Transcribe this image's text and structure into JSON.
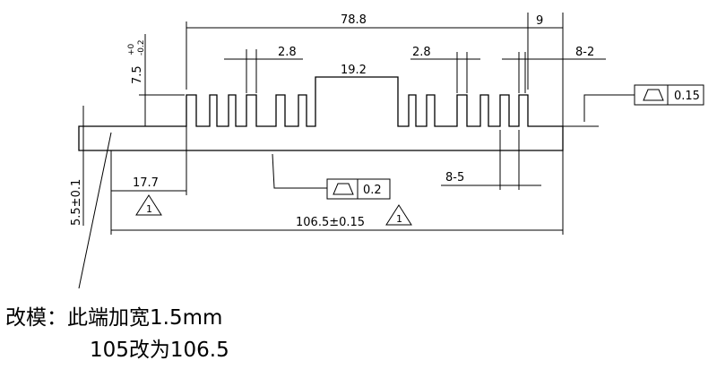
{
  "dimensions": {
    "overall_top": "78.8",
    "right_gap": "9",
    "fin_gap_left": "2.8",
    "fin_gap_right": "2.8",
    "center_flat": "19.2",
    "right_fin": "8-2",
    "height_main": "7.5",
    "height_main_tol": "+0",
    "height_main_tol2": "-0.2",
    "base_thickness": "5.5±0.1",
    "left_offset": "17.7",
    "fin_bottom": "8-5",
    "total_length": "106.5±0.15"
  },
  "tolerance_frames": {
    "top_right": "0.15",
    "bottom": "0.2"
  },
  "triangle_marks": [
    "1",
    "1"
  ],
  "notes": {
    "line1": "改模：此端加宽1.5mm",
    "line2": "105改为106.5"
  }
}
